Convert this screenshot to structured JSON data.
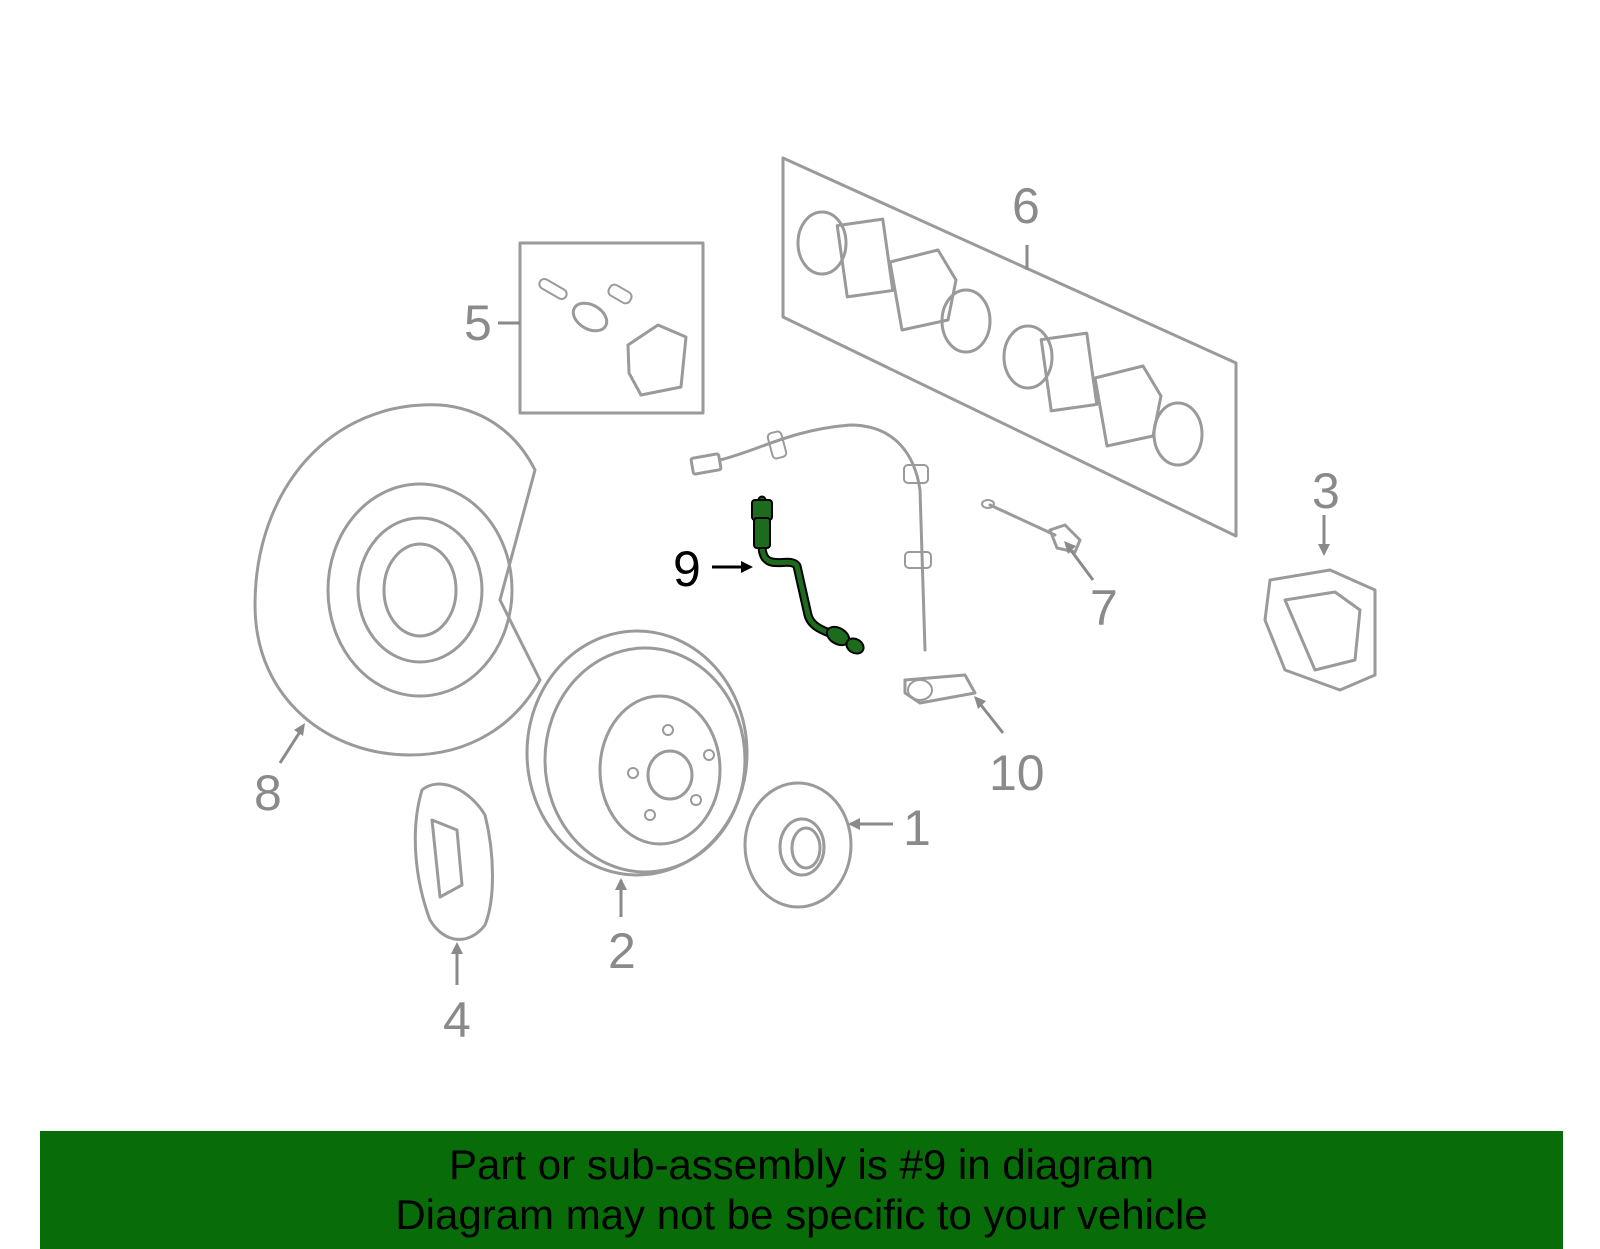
{
  "callouts": {
    "c1": "1",
    "c2": "2",
    "c3": "3",
    "c4": "4",
    "c5": "5",
    "c6": "6",
    "c7": "7",
    "c8": "8",
    "c9": "9",
    "c10": "10"
  },
  "highlighted_part": "9",
  "colors": {
    "highlight_part": "#1d6b1d",
    "banner_background": "#086c08",
    "line_art": "#9a9a9a",
    "callout_text": "#8a8a8a"
  },
  "banner": {
    "line1": "Part or sub-assembly is #9 in diagram",
    "line2": "Diagram may not be specific to your vehicle"
  }
}
